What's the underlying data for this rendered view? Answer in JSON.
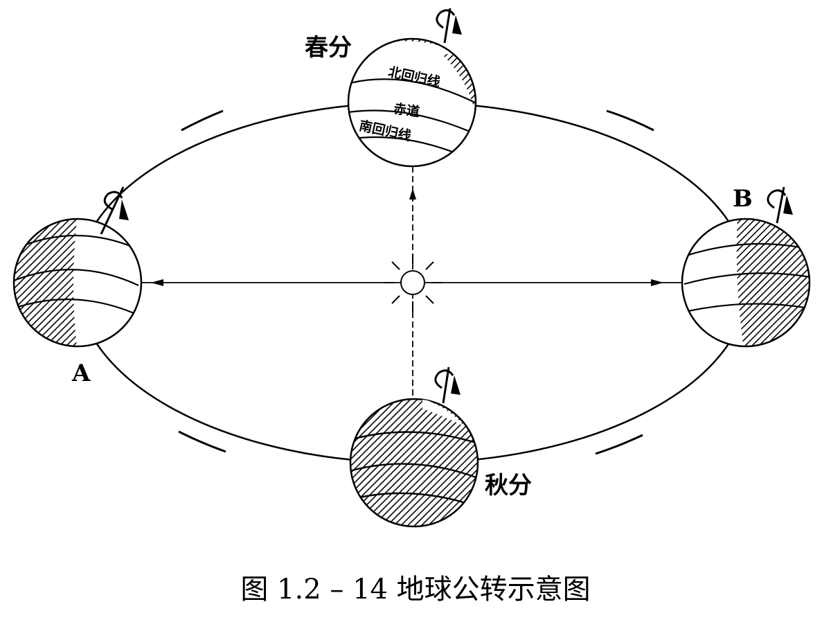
{
  "labels": {
    "spring_equinox": "春分",
    "autumn_equinox": "秋分",
    "position_a": "A",
    "position_b": "B",
    "tropic_cancer": "北回归线",
    "equator": "赤道",
    "tropic_capricorn": "南回归线"
  },
  "caption": "图 1.2 – 14  地球公转示意图",
  "colors": {
    "ink": "#000000",
    "paper": "#ffffff"
  }
}
